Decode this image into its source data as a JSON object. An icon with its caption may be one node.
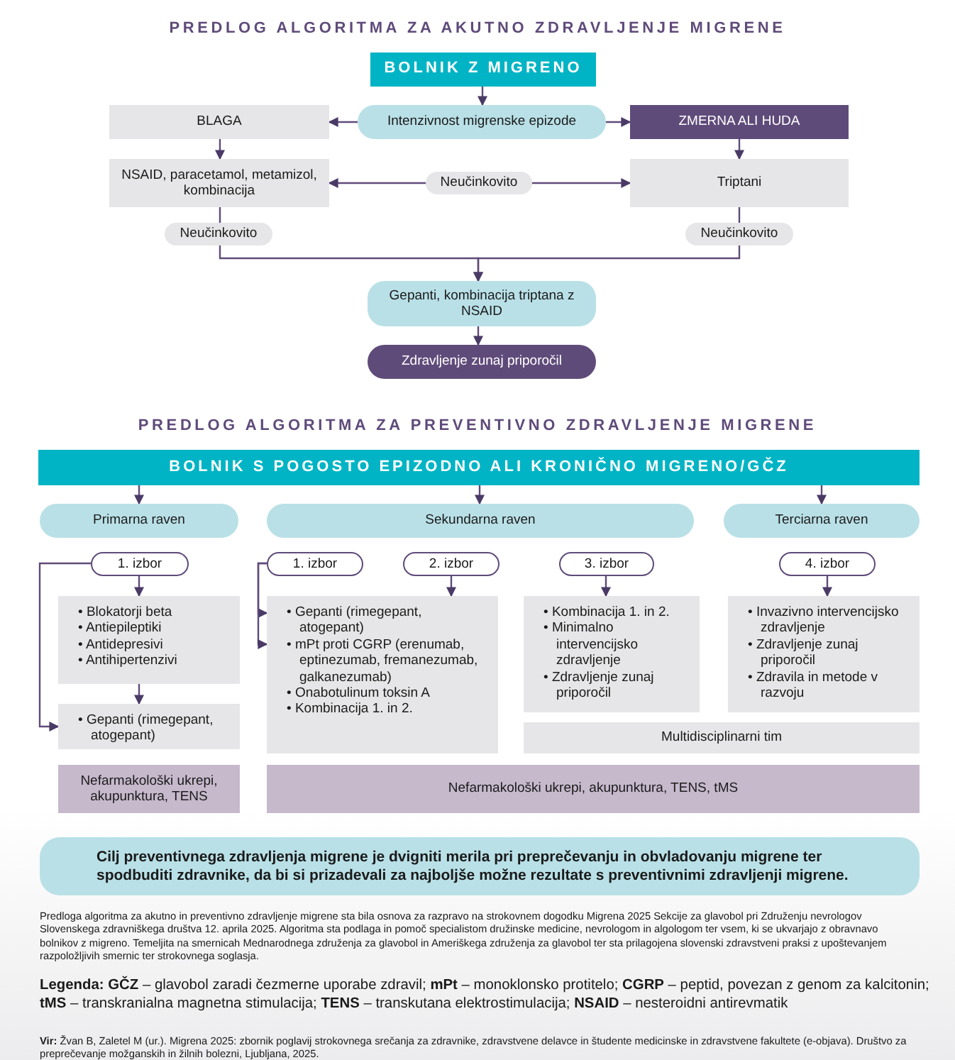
{
  "diagram": {
    "nodes": [
      {
        "text": [
          "BOLNIK Z MIGRENO"
        ]
      },
      {
        "text": [
          "Intenzivnost migrenske epizode"
        ]
      },
      {
        "text": [
          "BLAGA"
        ]
      },
      {
        "text": [
          "ZMERNA ALI HUDA"
        ]
      },
      {
        "text": [
          "NSAID, paracetamol, metamizol, kombinacija"
        ]
      },
      {
        "text": [
          "Triptani"
        ]
      },
      {
        "text": [
          "Gepanti, kombinacija triptana z NSAID"
        ]
      },
      {
        "text": [
          "Zdravljenje zunaj priporočil"
        ]
      },
      {
        "text": [
          "BOLNIK S POGOSTO EPIZODNO ALI KRONIČNO MIGRENO/GČZ"
        ]
      },
      {
        "text": [
          "Primarna raven"
        ]
      },
      {
        "text": [
          "Sekundarna raven"
        ]
      },
      {
        "text": [
          "Terciarna raven"
        ]
      },
      {
        "text": [
          "1. izbor"
        ]
      },
      {
        "text": [
          "• Blokatorji beta",
          "• Antiepileptiki",
          "• Antidepresivi",
          "• Antihipertenzivi"
        ]
      },
      {
        "text": [
          "• Gepanti (rimegepant, atogepant)"
        ]
      },
      {
        "text": [
          "Nefarmakološki ukrepi, akupunktura, TENS"
        ]
      },
      {
        "text": [
          "1. izbor"
        ]
      },
      {
        "text": [
          "2. izbor"
        ]
      },
      {
        "text": [
          "• Gepanti (rimegepant, atogepant)",
          "• mPt proti CGRP (erenumab, eptinezumab, fremanezumab, galkanezumab)",
          "• Onabotulinum toksin A",
          "• Kombinacija 1. in 2."
        ]
      },
      {
        "text": [
          "3. izbor"
        ]
      },
      {
        "text": [
          "• Kombinacija 1. in 2.",
          "• Minimalno intervencijsko zdravljenje",
          "• Zdravljenje zunaj priporočil"
        ]
      },
      {
        "text": [
          "4. izbor"
        ]
      },
      {
        "text": [
          "• Invazivno intervencijsko zdravljenje",
          "• Zdravljenje zunaj priporočil",
          "• Zdravila in metode v razvoju"
        ]
      },
      {
        "text": [
          "Multidisciplinarni tim"
        ]
      },
      {
        "text": [
          "Nefarmakološki ukrepi, akupunktura, TENS, tMS"
        ]
      },
      {
        "text": [
          "Cilj preventivnega zdravljenja migrene je dvigniti merila pri preprečevanju in obvladovanju migrene ter spodbuditi zdravnike, da bi si prizadevali za najboljše možne rezultate s preventivnimi zdravljenji migrene."
        ]
      }
    ],
    "edges": [
      {
        "from": 0,
        "to": 1,
        "arrow": "to"
      },
      {
        "from": 1,
        "to": 2,
        "arrow": "to"
      },
      {
        "from": 1,
        "to": 3,
        "arrow": "to"
      },
      {
        "from": 2,
        "to": 4,
        "arrow": "to"
      },
      {
        "from": 3,
        "to": 5,
        "arrow": "to"
      },
      {
        "from": 4,
        "to": 5,
        "arrow": "both",
        "label": "Neučinkovito"
      },
      {
        "from": 4,
        "to": 6,
        "arrow": "to",
        "label": "Neučinkovito"
      },
      {
        "from": 5,
        "to": 6,
        "arrow": "to",
        "label": "Neučinkovito"
      },
      {
        "from": 6,
        "to": 7,
        "arrow": "to"
      },
      {
        "from": 8,
        "to": 9,
        "arrow": "to"
      },
      {
        "from": 8,
        "to": 10,
        "arrow": "to"
      },
      {
        "from": 8,
        "to": 11,
        "arrow": "to"
      },
      {
        "from": 12,
        "to": 13,
        "arrow": "to"
      },
      {
        "from": 13,
        "to": 14,
        "arrow": "to"
      },
      {
        "from": 12,
        "to": 14,
        "arrow": "to"
      },
      {
        "from": 16,
        "to": 18,
        "arrow": "to"
      },
      {
        "from": 16,
        "to": 18,
        "arrow": "to"
      },
      {
        "from": 17,
        "to": 18,
        "arrow": "to"
      },
      {
        "from": 19,
        "to": 20,
        "arrow": "to"
      },
      {
        "from": 21,
        "to": 22,
        "arrow": "to"
      }
    ],
    "labels": [
      "PREDLOG ALGORITMA ZA AKUTNO ZDRAVLJENJE MIGRENE",
      "PREDLOG ALGORITMA ZA PREVENTIVNO ZDRAVLJENJE MIGRENE",
      "Predloga algoritma za akutno in preventivno zdravljenje migrene sta bila osnova za razpravo na strokovnem dogodku Migrena 2025 Sekcije za glavobol pri Združenju nevrologov Slovenskega zdravniškega društva 12. aprila 2025. Algoritma sta podlaga in pomoč specialistom družinske medicine, nevrologom in algologom ter vsem, ki se ukvarjajo z obravnavo bolnikov z migreno. Temeljita na smernicah Mednarodnega združenja za glavobol in Ameriškega združenja za glavobol ter sta prilagojena slovenski zdravstveni praksi z upoštevanjem razpoložljivih smernic ter strokovnega soglasja.",
      "**Legenda: GČZ** – glavobol zaradi čezmerne uporabe zdravil; **mPt** – monoklonsko protitelo; **CGRP** – peptid, povezan z genom za kalcitonin; **tMS** – transkranialna magnetna stimulacija; **TENS** – transkutana elektrostimulacija; **NSAID** – nesteroidni antirevmatik",
      "**Vir:** Žvan B, Zaletel M (ur.). Migrena 2025: zbornik poglavij strokovnega srečanja za zdravnike, zdravstvene delavce in študente medicinske in zdravstvene fakultete (e-objava). Društvo za preprečevanje možganskih in žilnih bolezni, Ljubljana, 2025."
    ]
  }
}
